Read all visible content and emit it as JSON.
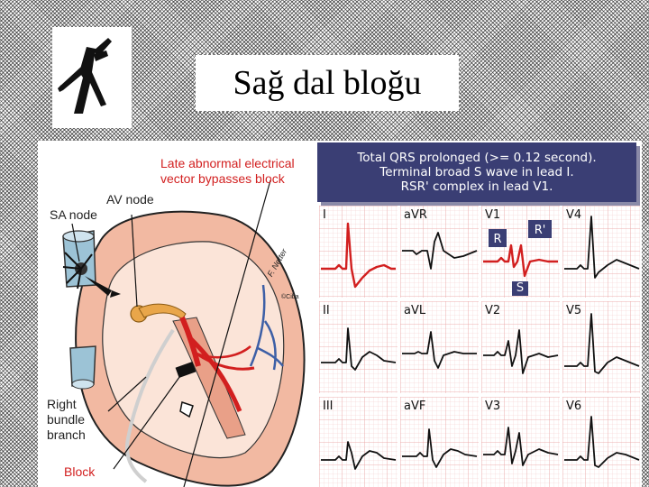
{
  "slide": {
    "title": "Sağ dal bloğu"
  },
  "heart": {
    "late_vector_label_line1": "Late abnormal electrical",
    "late_vector_label_line2": "vector bypasses block",
    "av_node_label": "AV node",
    "sa_node_label": "SA node",
    "rbb_label_line1": "Right",
    "rbb_label_line2": "bundle",
    "rbb_label_line3": "branch",
    "block_label": "Block",
    "signature_text": "F. Netter",
    "copyright_text": "©Ciba"
  },
  "ecg_info": {
    "line1": "Total QRS prolonged (>= 0.12 second).",
    "line2": "Terminal broad S wave in lead I.",
    "line3": "RSR' complex in lead V1."
  },
  "leads": [
    "I",
    "aVR",
    "V1",
    "V4",
    "II",
    "aVL",
    "V2",
    "V5",
    "III",
    "aVF",
    "V3",
    "V6"
  ],
  "v1_markers": {
    "r": "R",
    "r_prime": "R'",
    "s": "S"
  },
  "colors": {
    "red": "#d21f1f",
    "banner": "#3a3e74",
    "ecg_grid": "#e8a0a0",
    "marker_box": "#3a3e74"
  }
}
